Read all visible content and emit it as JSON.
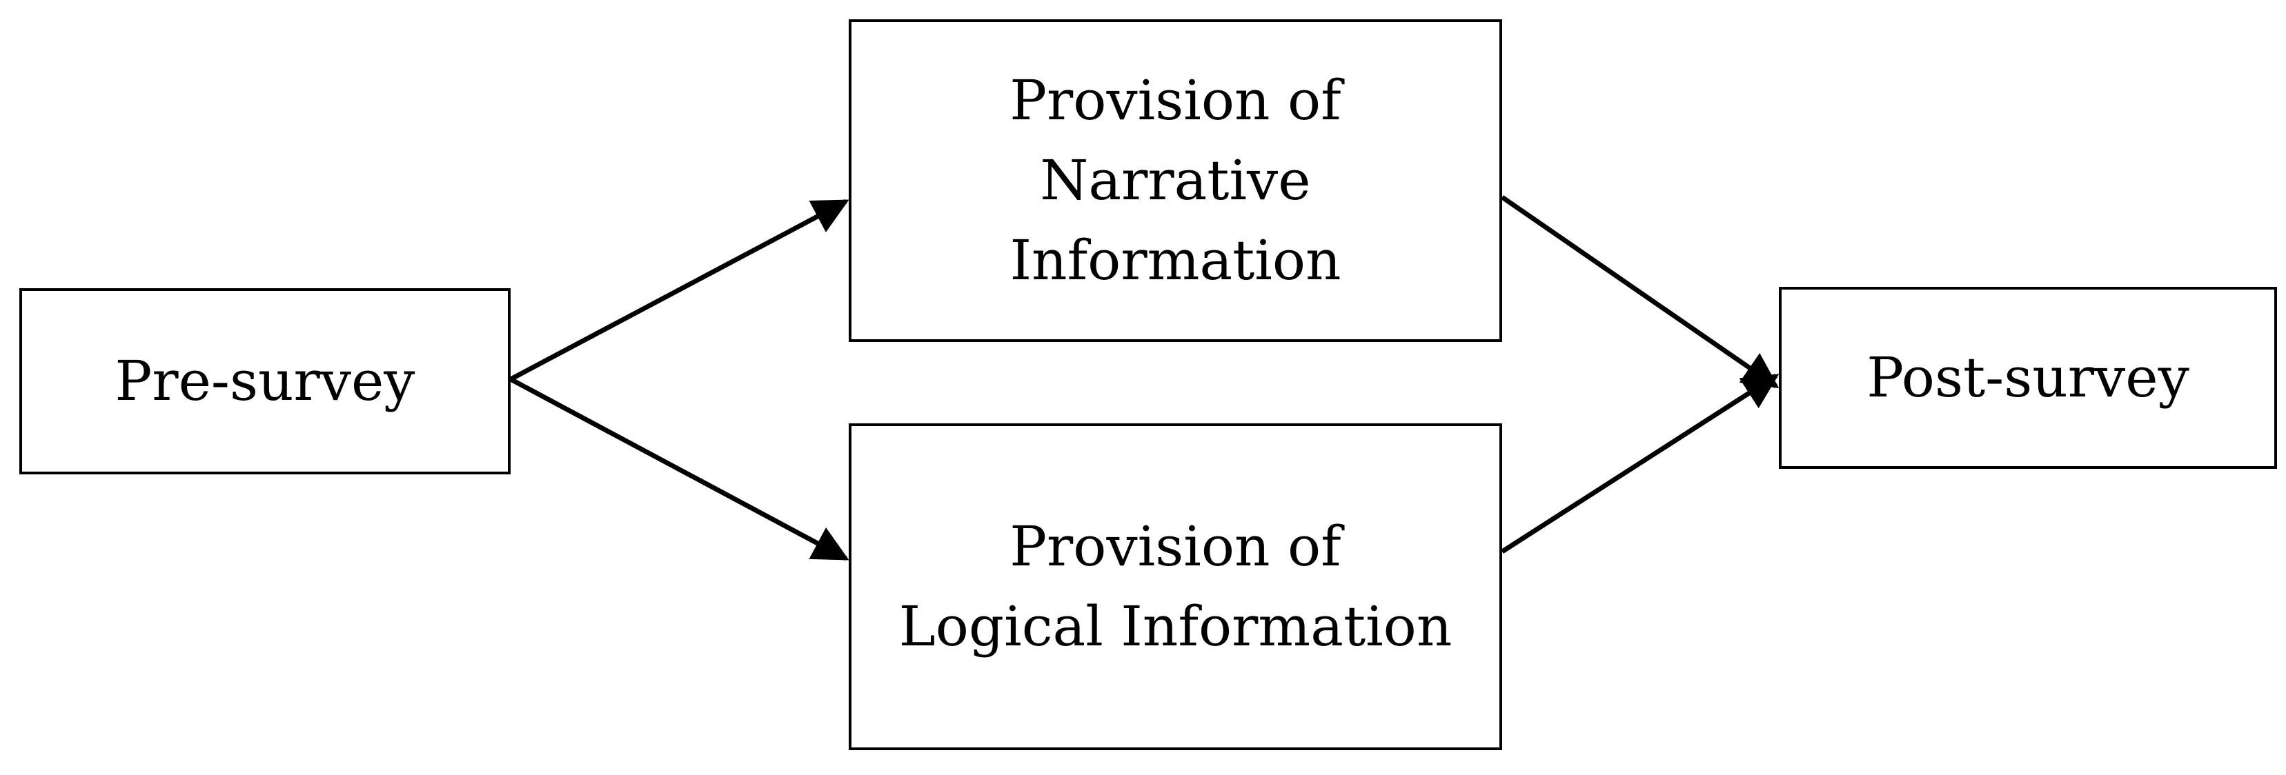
{
  "diagram": {
    "nodes": {
      "pre_survey": {
        "lines": [
          "Pre-survey"
        ]
      },
      "narrative": {
        "lines": [
          "Provision of",
          "Narrative",
          "Information"
        ]
      },
      "logical": {
        "lines": [
          "Provision of",
          "Logical Information"
        ]
      },
      "post_survey": {
        "lines": [
          "Post-survey"
        ]
      }
    },
    "edges": [
      {
        "from": "pre_survey",
        "to": "narrative"
      },
      {
        "from": "pre_survey",
        "to": "logical"
      },
      {
        "from": "narrative",
        "to": "post_survey"
      },
      {
        "from": "logical",
        "to": "post_survey"
      }
    ],
    "colors": {
      "stroke": "#000000",
      "background": "#ffffff",
      "text": "#000000"
    }
  }
}
